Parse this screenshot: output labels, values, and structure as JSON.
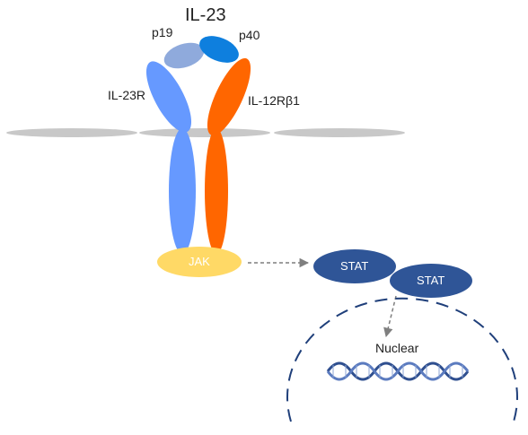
{
  "labels": {
    "il23": "IL-23",
    "p19": "p19",
    "p40": "p40",
    "il23r": "IL-23R",
    "il12rb1": "IL-12Rβ1",
    "jak": "JAK",
    "stat1": "STAT",
    "stat2": "STAT",
    "nuclear": "Nuclear"
  },
  "colors": {
    "membrane": "#c8c8c8",
    "p19": "#8faadc",
    "p40": "#0e7fde",
    "il23r": "#6699ff",
    "il12rb1": "#ff6600",
    "jak": "#ffd966",
    "stat": "#2f5597",
    "nucleus_border": "#1f3f7a",
    "dna": "#2f4f8f",
    "arrow": "#7f7f7f"
  }
}
